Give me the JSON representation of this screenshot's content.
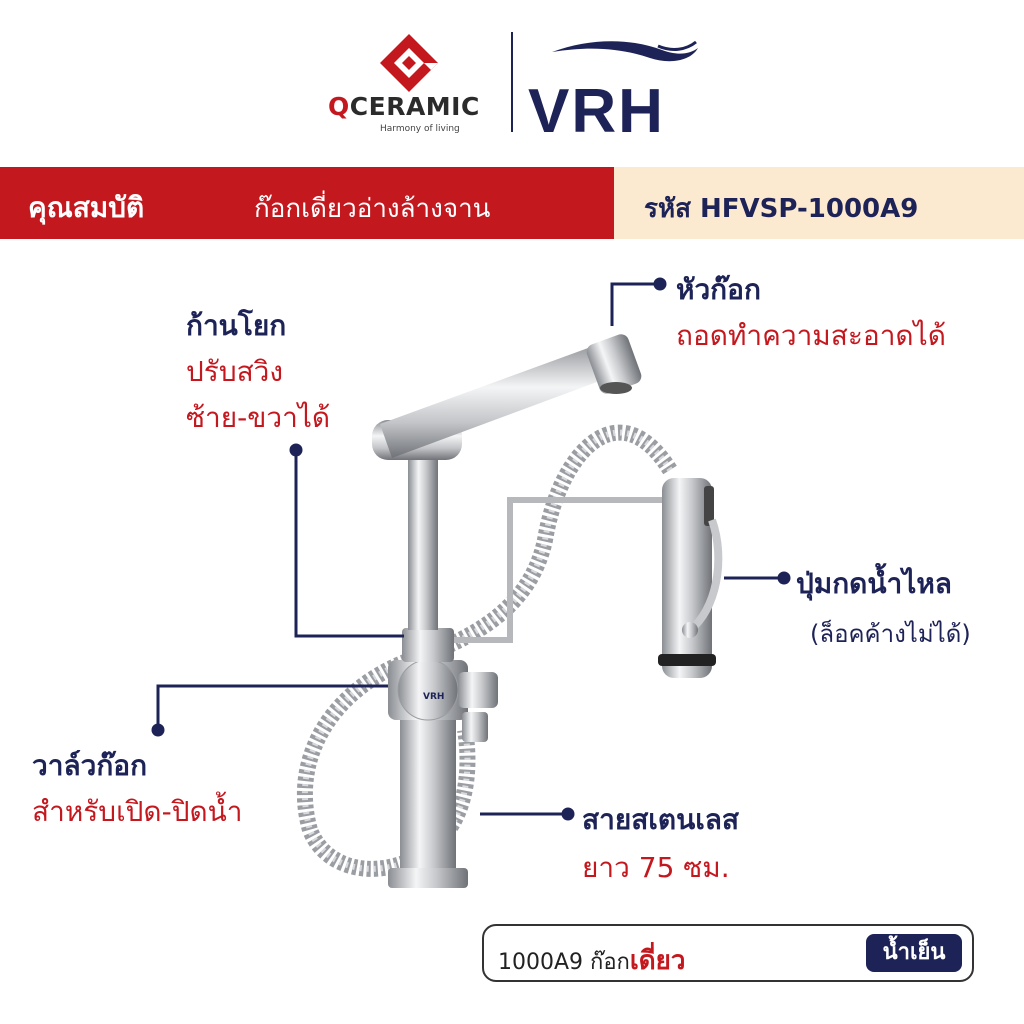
{
  "header": {
    "brand_left": {
      "q": "Q",
      "rest": "CERAMIC",
      "tagline": "Harmony of living"
    },
    "brand_right": "VRH"
  },
  "banner": {
    "title": "คุณสมบัติ",
    "product": "ก๊อกเดี่ยวอ่างล้างจาน",
    "code": "รหัส HFVSP-1000A9"
  },
  "callouts": {
    "spout": {
      "head": "ก้านโยก",
      "line1": "ปรับสวิง",
      "line2": "ซ้าย-ขวาได้"
    },
    "head": {
      "head": "หัวก๊อก",
      "line1": "ถอดทำความสะอาดได้"
    },
    "button": {
      "head": "ปุ่มกดน้ำไหล",
      "line1": "(ล็อคค้างไม่ได้)"
    },
    "valve": {
      "head": "วาล์วก๊อก",
      "line1": "สำหรับเปิด-ปิดน้ำ"
    },
    "hose": {
      "head": "สายสเตนเลส",
      "line1": "ยาว 75 ซม."
    }
  },
  "product_mark": "VRH",
  "badge": {
    "prefix": "1000A9 ก๊อก",
    "accent": "เดี่ยว",
    "pill": "น้ำเย็น"
  },
  "colors": {
    "brand_red": "#c4181f",
    "navy": "#1d2356",
    "cream": "#fbe9d0"
  }
}
